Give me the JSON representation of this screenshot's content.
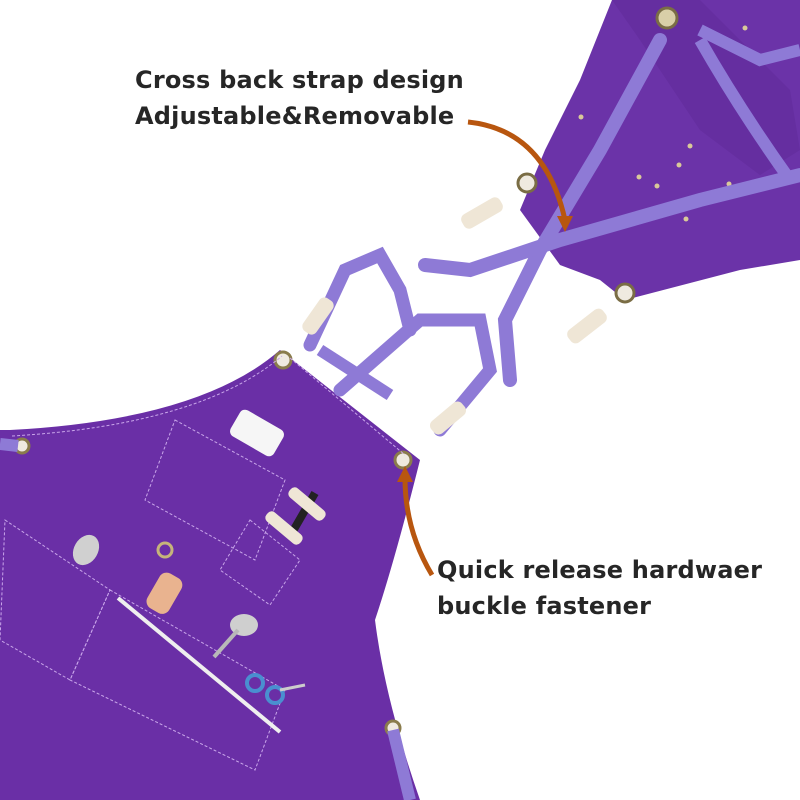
{
  "callouts": {
    "strap": {
      "line1": "Cross back strap design",
      "line2": "Adjustable&Removable"
    },
    "buckle": {
      "line1": "Quick release hardwaer",
      "line2": "buckle fastener"
    }
  },
  "colors": {
    "apron": "#6a2fa6",
    "apron_dark": "#5a2490",
    "strap": "#8e7ad6",
    "leather_tab": "#efe6d6",
    "arrow": "#b8560f",
    "text": "#262626",
    "background": "#ffffff"
  },
  "product": {
    "front_view": "apron-front",
    "back_view": "apron-back",
    "pocket_items": [
      "phone",
      "pen",
      "lipstick",
      "spoon",
      "wooden-handle",
      "teaspoon",
      "scissors"
    ]
  }
}
